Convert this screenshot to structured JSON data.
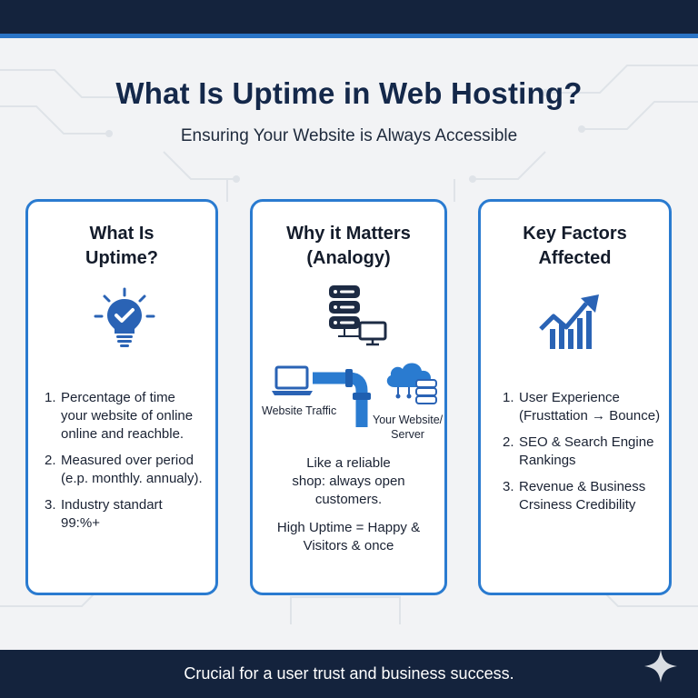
{
  "header": {
    "title": "What Is Uptime in Web Hosting?",
    "subtitle": "Ensuring Your Website is Always Accessible"
  },
  "cards": [
    {
      "title_lines": [
        "What Is",
        "Uptime?"
      ],
      "icon": "lightbulb-check-icon",
      "items": [
        {
          "num": "1.",
          "lines": [
            "Percentage of time",
            "your website of online",
            "online and reachble."
          ]
        },
        {
          "num": "2.",
          "lines": [
            "Measured over period",
            "(e.p. monthly. annualy)."
          ]
        },
        {
          "num": "3.",
          "lines": [
            "Industry standart",
            "99:%+"
          ]
        }
      ]
    },
    {
      "title_lines": [
        "Why it Matters",
        "(Analogy)"
      ],
      "icon": "server-monitor-icon",
      "traffic_label": "Website Traffic",
      "server_label_lines": [
        "Your Website/",
        "Server"
      ],
      "analogy_lines": [
        "Like a reliable",
        "shop: always open",
        "customers."
      ],
      "summary_lines": [
        "High Uptime = Happy &",
        "Visitors & once"
      ]
    },
    {
      "title_lines": [
        "Key Factors",
        "Affected"
      ],
      "icon": "growth-chart-icon",
      "items": [
        {
          "num": "1.",
          "lines": [
            "User Experience",
            "(Frusttation → Bounce)"
          ]
        },
        {
          "num": "2.",
          "lines": [
            "SEO & Search Engine",
            "Rankings"
          ]
        },
        {
          "num": "3.",
          "lines": [
            "Revenue & Business",
            "Crsiness Credibility"
          ]
        }
      ]
    }
  ],
  "footer": {
    "text": "Crucial for a user trust and business success."
  },
  "colors": {
    "navy": "#14233d",
    "accent": "#2a7bd0",
    "title": "#14284a"
  }
}
